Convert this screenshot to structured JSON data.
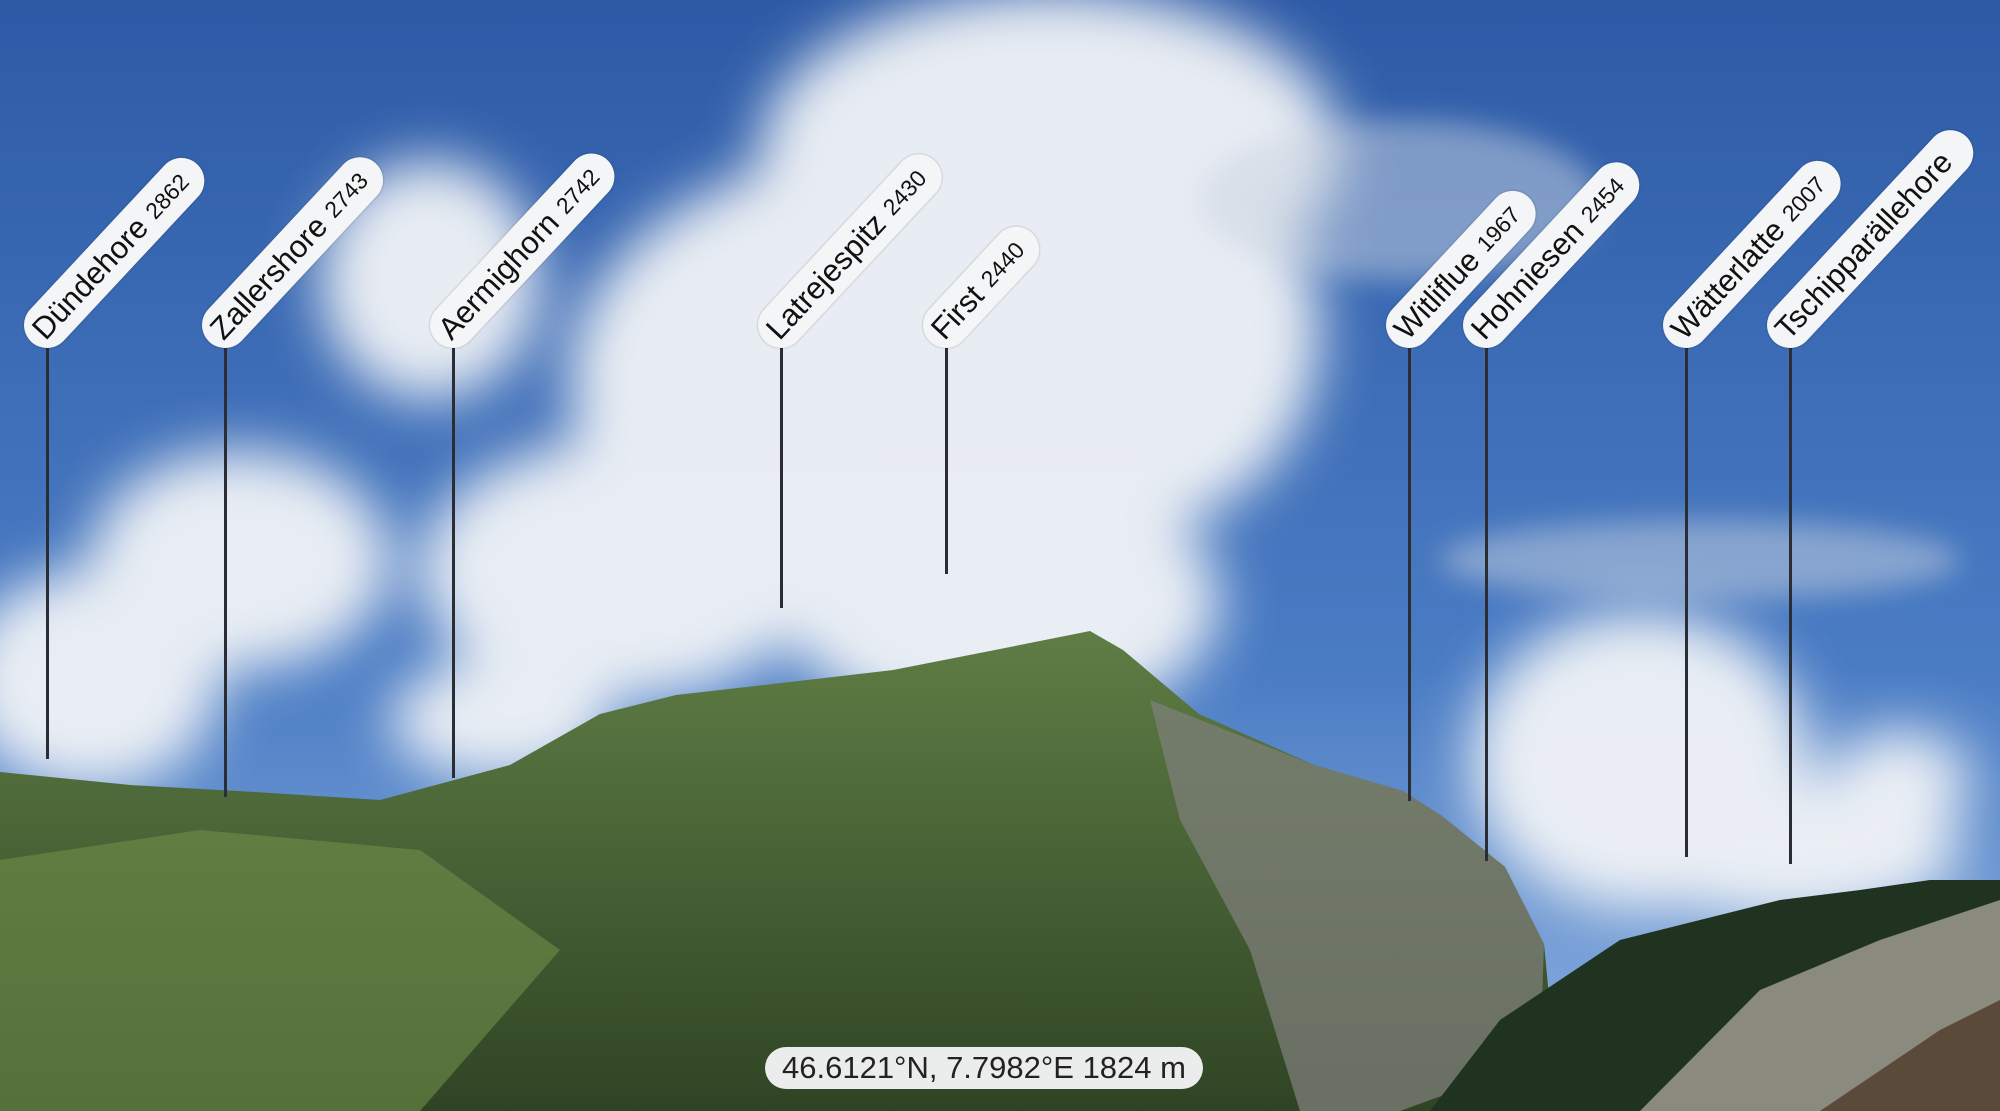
{
  "peaks": [
    {
      "name": "Dündehore",
      "elevation": "2862"
    },
    {
      "name": "Zallershore",
      "elevation": "2743"
    },
    {
      "name": "Aermighorn",
      "elevation": "2742"
    },
    {
      "name": "Latrejespitz",
      "elevation": "2430"
    },
    {
      "name": "First",
      "elevation": "2440"
    },
    {
      "name": "Witliflue",
      "elevation": "1967"
    },
    {
      "name": "Hohniesen",
      "elevation": "2454"
    },
    {
      "name": "Wätterlatte",
      "elevation": "2007"
    },
    {
      "name": "Tschipparällehore",
      "elevation": ""
    }
  ],
  "location": {
    "text": "46.6121°N, 7.7982°E 1824 m"
  },
  "colors": {
    "sky_top": "#2f5ea8",
    "sky_bottom": "#6f9bd6",
    "mountain": "#4f6a3a",
    "label_bg": "#f4f5f7"
  }
}
